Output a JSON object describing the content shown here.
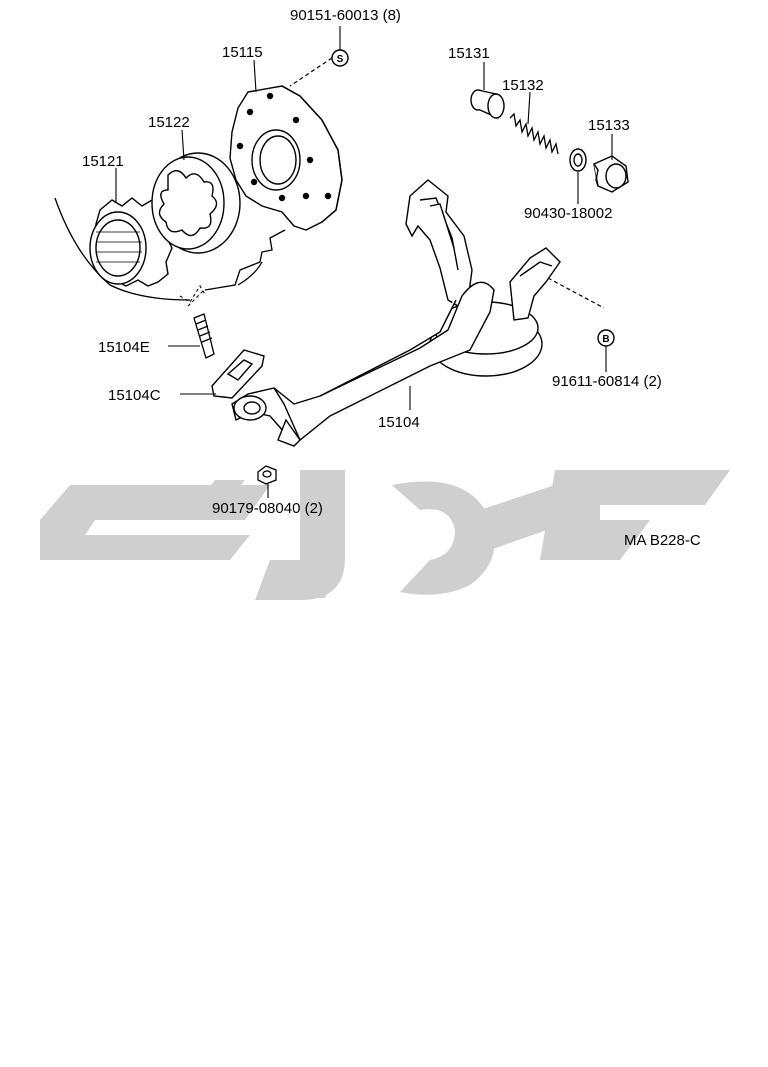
{
  "diagram": {
    "reference_code": "MA B228-C",
    "parts": {
      "bolt_s": "90151-60013 (8)",
      "cover": "15115",
      "relief_valve": "15131",
      "relief_spring": "15132",
      "relief_plug": "15133",
      "gasket_90430": "90430-18002",
      "driven_rotor": "15122",
      "drive_rotor": "15121",
      "stud": "15104E",
      "strainer_gasket": "15104C",
      "strainer": "15104",
      "bolt_b": "91611-60814 (2)",
      "nut": "90179-08040 (2)"
    },
    "badges": {
      "s": "S",
      "b": "B"
    },
    "watermark": {
      "color": "#cfcfcf"
    },
    "colors": {
      "line": "#000000",
      "background": "#ffffff"
    }
  }
}
